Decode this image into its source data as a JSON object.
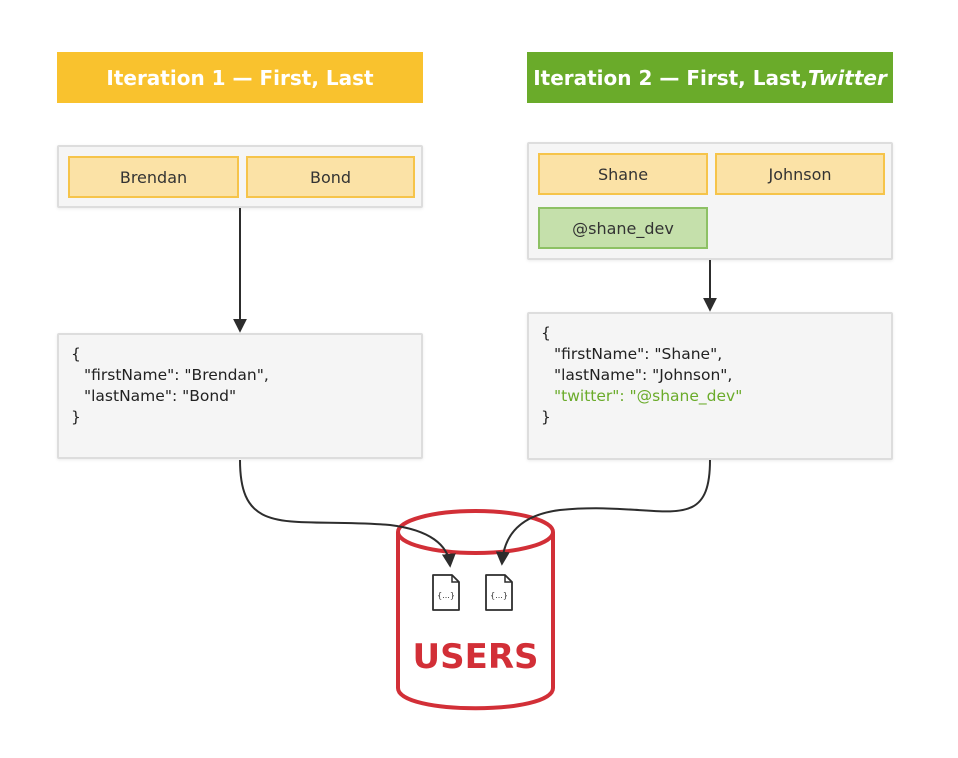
{
  "iteration1": {
    "banner": "Iteration 1 — First, Last",
    "fields": [
      "Brendan",
      "Bond"
    ],
    "json": {
      "open": "{",
      "line1": "\"firstName\": \"Brendan\",",
      "line2": "\"lastName\": \"Bond\"",
      "close": "}"
    }
  },
  "iteration2": {
    "banner_prefix": "Iteration 2 — First, Last, ",
    "banner_emphasis": "Twitter",
    "fields": [
      "Shane",
      "Johnson"
    ],
    "extra_field": "@shane_dev",
    "json": {
      "open": "{",
      "line1": "\"firstName\": \"Shane\",",
      "line2": "\"lastName\": \"Johnson\",",
      "line3": "\"twitter\": \"@shane_dev\"",
      "close": "}"
    }
  },
  "database": {
    "label": "USERS",
    "doc_icon_glyph": "{...}"
  },
  "colors": {
    "yellow": "#f9c22e",
    "green": "#6aab2a",
    "red": "#d22f37"
  }
}
